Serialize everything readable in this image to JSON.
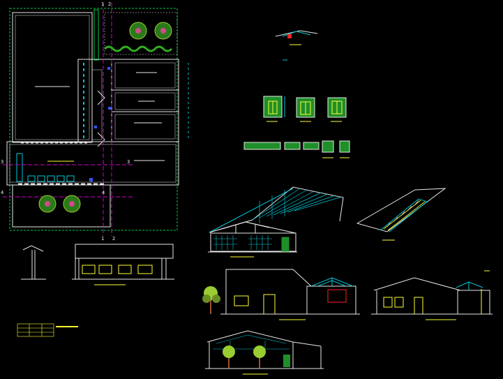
{
  "drawing": {
    "background": "#000000",
    "axis_labels": {
      "top_left": "1",
      "top_right": "2",
      "bottom_left": "1",
      "bottom_right": "2",
      "left_upper": "3",
      "right_upper": "3",
      "left_lower": "4",
      "right_lower": "4"
    },
    "colors": {
      "wall": "#e8e8e8",
      "grid_cyan": "#00c8d8",
      "axis_magenta": "#d200d2",
      "dim_green": "#00cc44",
      "yellow": "#ffff33",
      "blue": "#3355ff",
      "red": "#ff2222",
      "tree_green": "#33aa22",
      "door_green": "#1f8f2a"
    }
  }
}
